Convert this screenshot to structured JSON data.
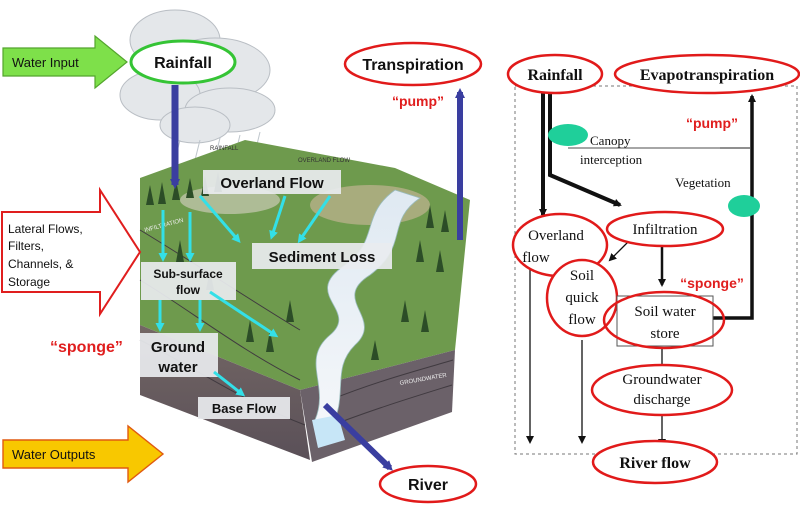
{
  "left_diagram": {
    "water_input": "Water Input",
    "rainfall": "Rainfall",
    "transpiration": "Transpiration",
    "pump": "“pump”",
    "overland_flow": "Overland Flow",
    "sediment_loss": "Sediment Loss",
    "subsurface_flow_1": "Sub-surface",
    "subsurface_flow_2": "flow",
    "sponge": "“sponge”",
    "ground_water_1": "Ground",
    "ground_water_2": "water",
    "base_flow": "Base Flow",
    "river": "River",
    "water_outputs": "Water Outputs",
    "lateral_1": "Lateral Flows,",
    "lateral_2": "Filters,",
    "lateral_3": "Channels, &",
    "lateral_4": "Storage",
    "map_rainfall": "RAINFALL",
    "map_overland": "OVERLAND FLOW",
    "map_infiltration": "INFILTRATION",
    "map_groundwater": "GROUNDWATER"
  },
  "right_diagram": {
    "rainfall": "Rainfall",
    "evapotranspiration": "Evapotranspiration",
    "canopy_1": "Canopy",
    "canopy_2": "interception",
    "pump": "“pump”",
    "vegetation": "Vegetation",
    "overland_1": "Overland",
    "overland_2": "flow",
    "infiltration": "Infiltration",
    "soil_quick_1": "Soil",
    "soil_quick_2": "quick",
    "soil_quick_3": "flow",
    "sponge": "“sponge”",
    "soil_store_1": "Soil water",
    "soil_store_2": "store",
    "groundwater_1": "Groundwater",
    "groundwater_2": "discharge",
    "river_flow": "River flow"
  },
  "colors": {
    "ellipse_red": "#e11a1a",
    "ellipse_green": "#35c435",
    "navy_arrow": "#3a3ea0",
    "cyan_arrow": "#33e0e8",
    "water_input_arrow": "#7ee04a",
    "water_output_arrow": "#f8c800",
    "lateral_arrow_outline": "#e01e1e",
    "annotation_red": "#e01e1e",
    "teal_blob": "#1fcf9a"
  }
}
